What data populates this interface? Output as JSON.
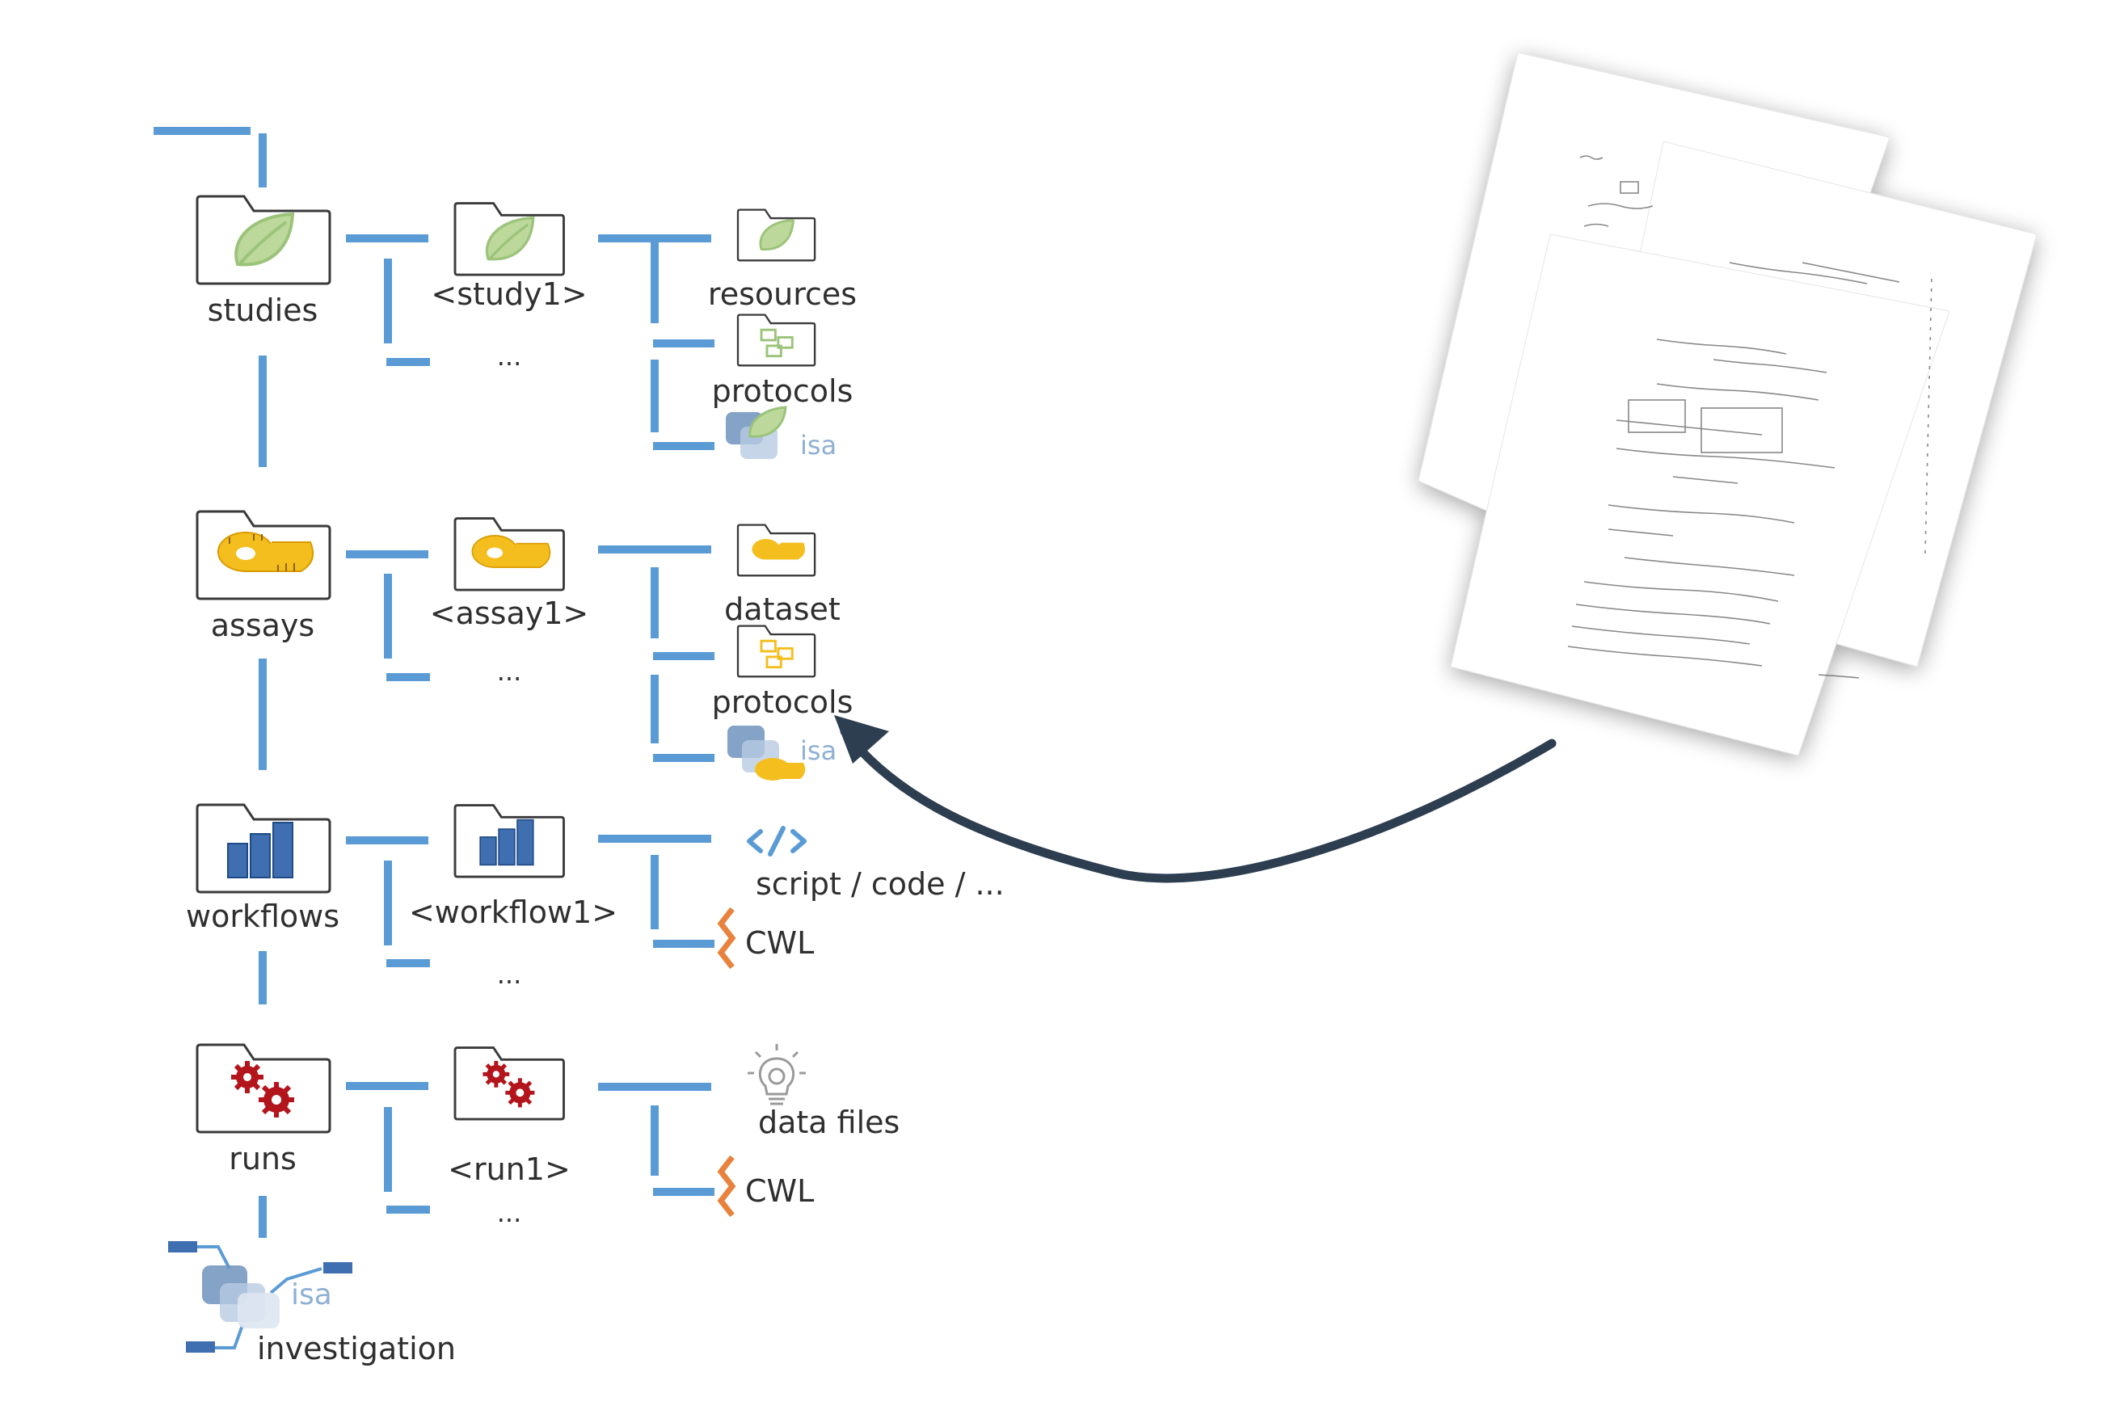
{
  "colors": {
    "connector": "#5b9bd5",
    "study_green": "#9cc37a",
    "assay_yellow": "#f5be1f",
    "workflow_blue": "#3f6fb0",
    "run_red": "#b3151c",
    "cwl_orange": "#e8823c",
    "arrow": "#2c3e50",
    "isa_light": "#8fb0d3"
  },
  "tree": {
    "studies": {
      "label": "studies",
      "child": "<study1>",
      "more": "...",
      "items": [
        "resources",
        "protocols"
      ],
      "isa": "isa"
    },
    "assays": {
      "label": "assays",
      "child": "<assay1>",
      "more": "...",
      "items": [
        "dataset",
        "protocols"
      ],
      "isa": "isa"
    },
    "workflows": {
      "label": "workflows",
      "child": "<workflow1>",
      "more": "...",
      "items": [
        "script / code /  ...",
        "CWL"
      ]
    },
    "runs": {
      "label": "runs",
      "child": "<run1>",
      "more": "...",
      "items": [
        "data files",
        "CWL"
      ]
    },
    "investigation": {
      "label": "investigation",
      "isa": "isa"
    }
  },
  "icons": {
    "studies": "leaf-folder-icon",
    "assays": "measuring-tape-folder-icon",
    "workflows": "bar-chart-folder-icon",
    "runs": "gears-folder-icon",
    "script": "code-brackets-icon",
    "cwl": "cwl-icon",
    "data_files": "lightbulb-gear-icon",
    "isa": "isa-logo-icon",
    "papers": "lab-notebook-pages-icon"
  }
}
